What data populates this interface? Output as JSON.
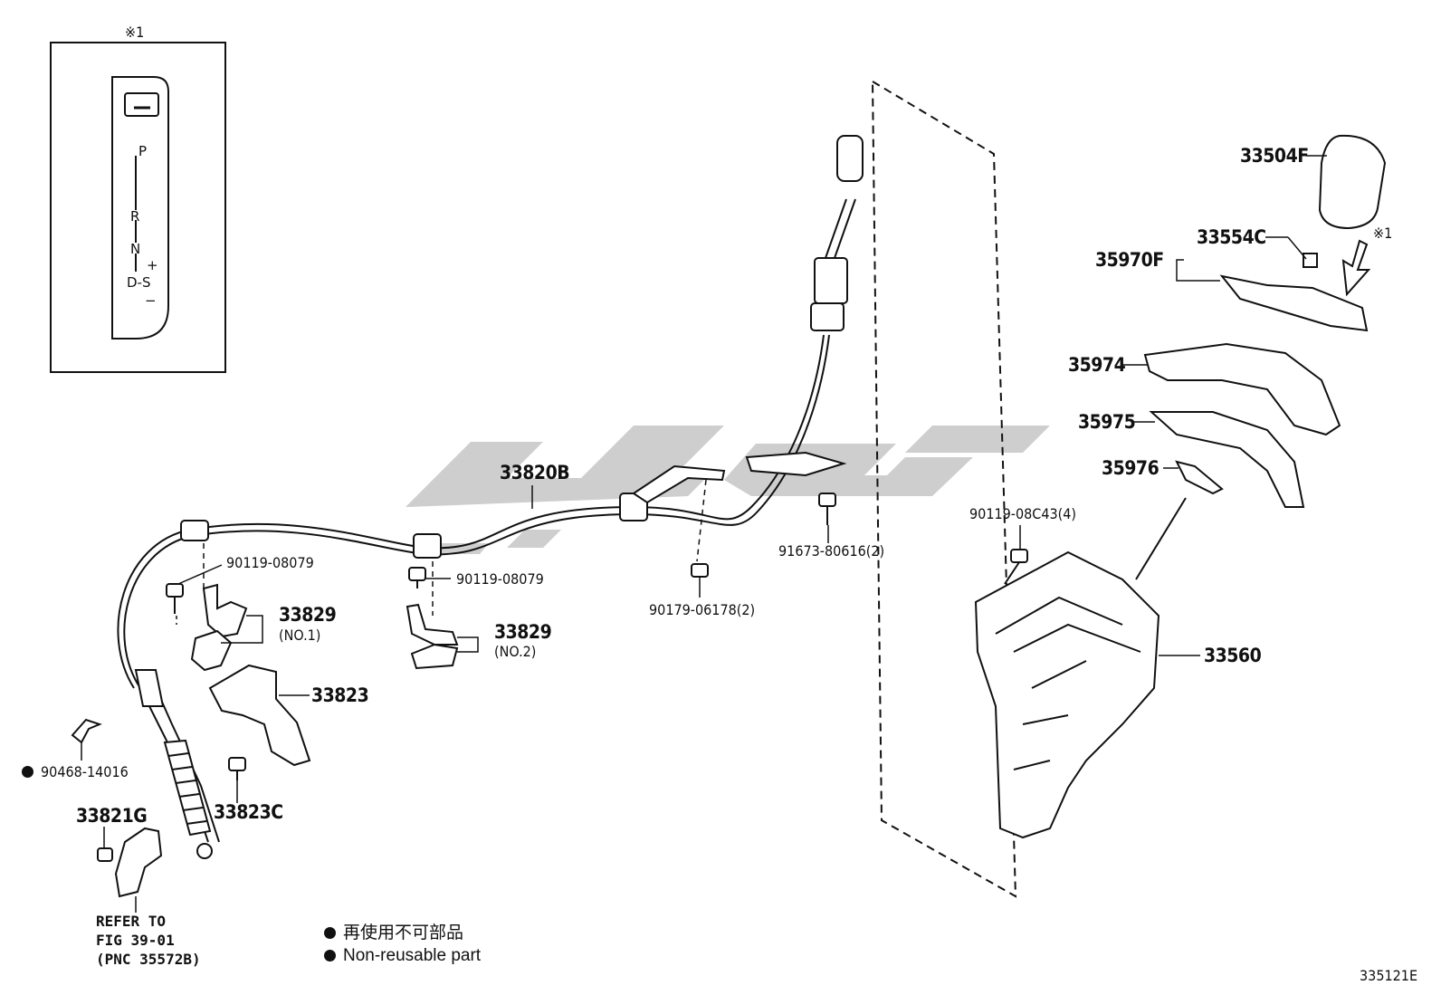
{
  "callout_note": {
    "marker": "※1",
    "gate_letters": {
      "p": "P",
      "r": "R",
      "n": "N",
      "ds": "D-S",
      "plus": "+",
      "minus": "−"
    }
  },
  "arrow_marker": "※1",
  "parts": {
    "p33504F": "33504F",
    "p33554C": "33554C",
    "p35970F": "35970F",
    "p35974": "35974",
    "p35975": "35975",
    "p35976": "35976",
    "p33560": "33560",
    "p90119_08C43": "90119-08C43(4)",
    "p91673_80616": "91673-80616(2)",
    "p33820B": "33820B",
    "p90179_06178": "90179-06178(2)",
    "p90119_08079_a": "90119-08079",
    "p90119_08079_b": "90119-08079",
    "p33829_a": "33829",
    "p33829_a_sub": "(NO.1)",
    "p33829_b": "33829",
    "p33829_b_sub": "(NO.2)",
    "p33823": "33823",
    "p33823C": "33823C",
    "p90468_14016": "90468-14016",
    "p33821G": "33821G"
  },
  "refer_note": {
    "line1": "REFER TO",
    "line2": "FIG 39-01",
    "line3": "(PNC 35572B)"
  },
  "legend": {
    "jp": "再使用不可部品",
    "en": "Non-reusable part"
  },
  "figure_id": "335121E",
  "colors": {
    "ink": "#111111",
    "watermark": "#c8c8c8"
  }
}
